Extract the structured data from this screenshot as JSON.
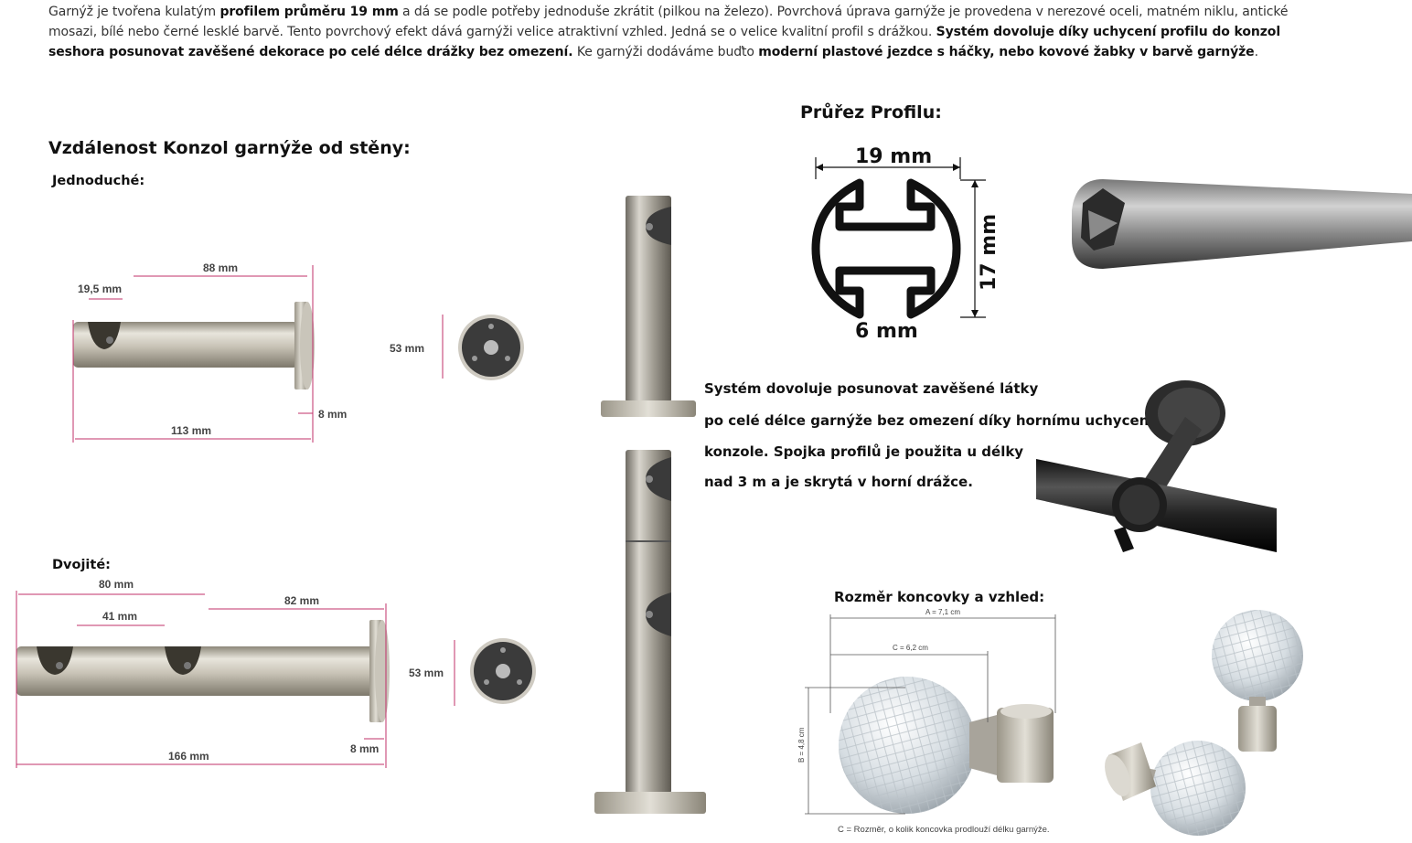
{
  "intro": {
    "p1": "Garnýž je tvořena kulatým ",
    "b1": "profilem průměru 19 mm",
    "p2": " a dá se podle potřeby jednoduše zkrátit (pilkou na železo). Povrchová úprava garnýže je provedena v nerezové oceli, matném niklu, antické mosazi, bílé nebo černé lesklé barvě. Tento povrchový efekt dává garnýži velice atraktivní vzhled. Jedná se o velice kvalitní profil s drážkou. ",
    "b2": "Systém dovoluje díky uchycení profilu do konzol seshora posunovat zavěšené dekorace po celé délce drážky bez omezení.",
    "p3": " Ke garnýži dodáváme buďto ",
    "b3": "moderní plastové jezdce s háčky, nebo kovové žabky v barvě garnýže",
    "p4": "."
  },
  "headings": {
    "distance": "Vzdálenost Konzol garnýže od stěny:",
    "single": "Jednoduché:",
    "double": "Dvojité:",
    "profile": "Průřez Profilu:",
    "finial": "Rozměr koncovky a vzhled:"
  },
  "single_dims": {
    "d1": "19,5 mm",
    "d2": "88 mm",
    "d3": "113 mm",
    "d4": "8 mm",
    "d5": "53 mm"
  },
  "double_dims": {
    "d1": "80 mm",
    "d2": "41 mm",
    "d3": "82 mm",
    "d4": "166 mm",
    "d5": "8 mm",
    "d6": "53 mm"
  },
  "profile_dims": {
    "w": "19 mm",
    "h": "17 mm",
    "g": "6 mm"
  },
  "system_text": {
    "l1": "Systém dovoluje posunovat zavěšené látky",
    "l2": "po celé délce garnýže bez omezení díky hornímu uchycení",
    "l3": "konzole. Spojka profilů je použita u délky",
    "l4": " nad 3 m a je skrytá v horní drážce."
  },
  "finial_dims": {
    "a": "A = 7,1 cm",
    "c": "C = 6,2 cm",
    "b": "B = 4,8 cm",
    "note": "C = Rozměr, o kolik koncovka prodlouží délku garnýže."
  },
  "colors": {
    "dimension_line": "#c0306a",
    "metal": "#b8b4a8",
    "dark_metal": "#3a3a3a"
  }
}
